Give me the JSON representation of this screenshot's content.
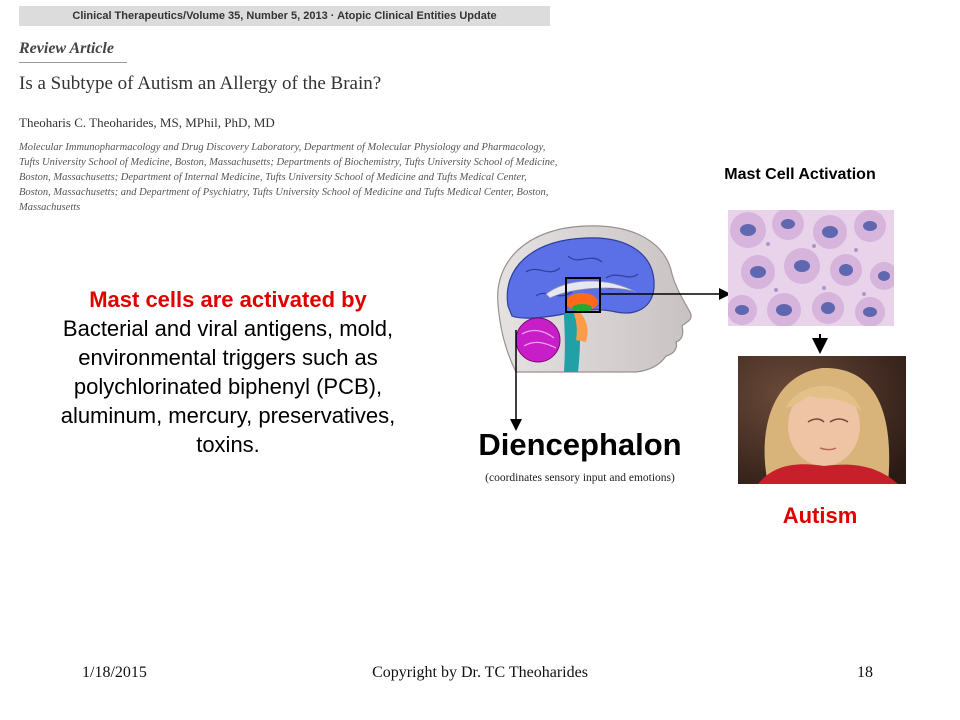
{
  "article": {
    "journal_line": "Clinical Therapeutics/Volume 35, Number 5, 2013 · Atopic Clinical Entities Update",
    "type_label": "Review Article",
    "title": "Is a Subtype of Autism an Allergy of the Brain?",
    "author": "Theoharis C. Theoharides, MS, MPhil, PhD, MD",
    "affiliation": "Molecular Immunopharmacology and Drug Discovery Laboratory, Department of Molecular Physiology and Pharmacology, Tufts University School of Medicine, Boston, Massachusetts; Departments of Biochemistry, Tufts University School of Medicine, Boston, Massachusetts; Department of Internal Medicine, Tufts University School of Medicine and Tufts Medical Center, Boston, Massachusetts; and Department of Psychiatry, Tufts University School of Medicine and Tufts Medical Center, Boston, Massachusetts"
  },
  "main": {
    "heading": "Mast cells are activated by",
    "body": "Bacterial and viral antigens, mold, environmental triggers such as polychlorinated biphenyl (PCB), aluminum, mercury, preservatives, toxins."
  },
  "diagram": {
    "mast_label": "Mast Cell Activation",
    "brain_region": "Diencephalon",
    "brain_region_note": "(coordinates sensory input and emotions)",
    "outcome": "Autism"
  },
  "footer": {
    "date": "1/18/2015",
    "copyright": "Copyright by Dr. TC Theoharides",
    "page": "18"
  },
  "colors": {
    "highlight": "#e00000"
  }
}
